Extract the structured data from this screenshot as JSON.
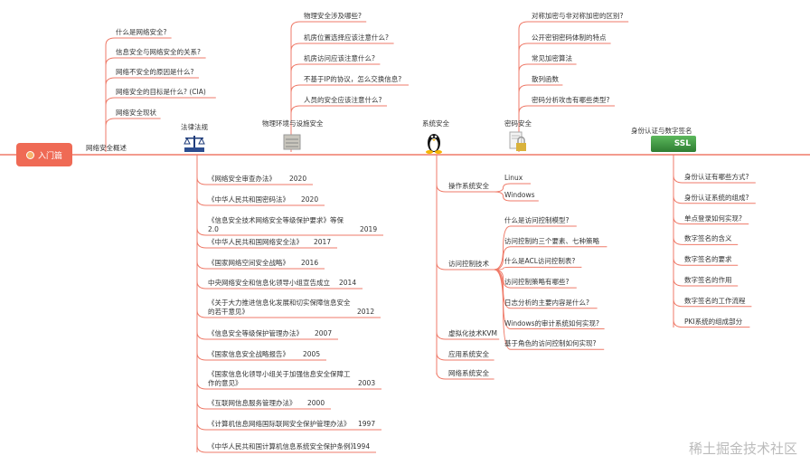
{
  "root": {
    "label": "入门篇",
    "icon": "user-circle-icon",
    "color": "#ef6a55"
  },
  "line_color": "#ef7a68",
  "branches": {
    "overview": {
      "label": "网络安全概述",
      "items": [
        "什么是网络安全?",
        "信息安全与网络安全的关系?",
        "网络不安全的原因是什么?",
        "网络安全的目标是什么? (CIA)",
        "网络安全现状"
      ]
    },
    "law": {
      "label": "法律法规",
      "icon": "scales-of-justice-icon",
      "items": [
        {
          "text": "《网络安全审查办法》",
          "year": "2020"
        },
        {
          "text": "《中华人民共和国密码法》",
          "year": "2020"
        },
        {
          "text": "《信息安全技术网络安全等级保护要求》等保2.0",
          "year": "2019"
        },
        {
          "text": "《中华人民共和国网络安全法》",
          "year": "2017"
        },
        {
          "text": "《国家网络空间安全战略》",
          "year": "2016"
        },
        {
          "text": "中央网络安全和信息化领导小组宣告成立",
          "year": "2014"
        },
        {
          "text": "《关于大力推进信息化发展和切实保障信息安全的若干意见》",
          "year": "2012"
        },
        {
          "text": "《信息安全等级保护管理办法》",
          "year": "2007"
        },
        {
          "text": "《国家信息安全战略报告》",
          "year": "2005"
        },
        {
          "text": "《国家信息化领导小组关于加强信息安全保障工作的意见》",
          "year": "2003"
        },
        {
          "text": "《互联网信息服务管理办法》",
          "year": "2000"
        },
        {
          "text": "《计算机信息网络国际联网安全保护管理办法》",
          "year": "1997"
        },
        {
          "text": "《中华人民共和国计算机信息系统安全保护条例》",
          "year": "1994"
        }
      ]
    },
    "physical": {
      "label": "物理环境与设施安全",
      "icon": "server-rack-icon",
      "items": [
        "物理安全涉及哪些?",
        "机房位置选择应该注意什么?",
        "机房访问应该注意什么?",
        "不基于IP的协议，怎么交换信息?",
        "人员的安全应该注意什么?"
      ]
    },
    "system": {
      "label": "系统安全",
      "icon": "linux-penguin-icon",
      "items": [
        {
          "label": "操作系统安全",
          "children": [
            "Linux",
            "Windows"
          ]
        },
        {
          "label": "访问控制技术",
          "children": [
            "什么是访问控制模型?",
            "访问控制的三个要素、七种策略",
            "什么是ACL访问控制表?",
            "访问控制策略有哪些?",
            "日志分析的主要内容是什么?",
            "Windows的审计系统如何实现?",
            "基于角色的访问控制如何实现?"
          ]
        },
        {
          "label": "虚拟化技术KVM",
          "children": []
        },
        {
          "label": "应用系统安全",
          "children": []
        },
        {
          "label": "网络系统安全",
          "children": []
        }
      ]
    },
    "crypto": {
      "label": "密码安全",
      "icon": "locked-document-icon",
      "items": [
        "对称加密与非对称加密的区别?",
        "公开密钥密码体制的特点",
        "常见加密算法",
        "散列函数",
        "密码分析攻击有哪些类型?"
      ]
    },
    "identity": {
      "label": "身份认证与数字签名",
      "icon": "ssl-certificate-icon",
      "icon_text": "SSL",
      "items": [
        "身份认证有哪些方式?",
        "身份认证系统的组成?",
        "单点登录如何实现?",
        "数字签名的含义",
        "数字签名的要求",
        "数字签名的作用",
        "数字签名的工作流程",
        "PKI系统的组成部分"
      ]
    }
  },
  "watermark": "稀土掘金技术社区"
}
